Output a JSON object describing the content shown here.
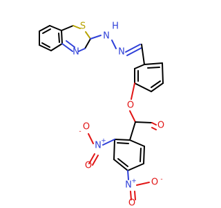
{
  "colors": {
    "carbon_bond": "#000000",
    "nitrogen": "#2f40d8",
    "oxygen": "#e11515",
    "sulfur": "#b7a300"
  },
  "labels": {
    "sulfur": "S",
    "nitrogen": "N",
    "hydrazone_nh": "N",
    "hydrogen": "H",
    "imine_n": "N",
    "ester_oxygen": "O",
    "carbonyl_oxygen": "O",
    "nitro_left_n": "N",
    "nitro_left_plus": "+",
    "nitro_left_top_o": "O",
    "nitro_left_top_minus": "-",
    "nitro_left_bottom_o": "O",
    "nitro_right_n": "N",
    "nitro_right_plus": "+",
    "nitro_right_o": "O",
    "nitro_right_minus": "-",
    "nitro_right_bottom_o": "O"
  }
}
